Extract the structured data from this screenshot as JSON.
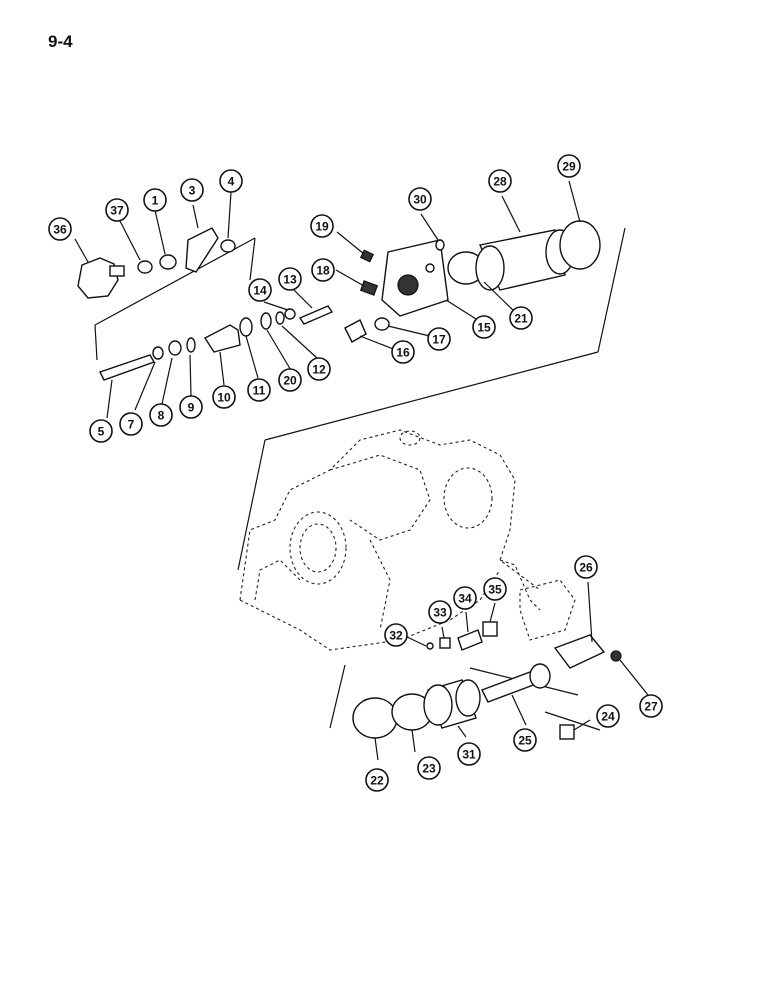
{
  "page_label": "9-4",
  "callouts": [
    {
      "label": "1"
    },
    {
      "label": "3"
    },
    {
      "label": "4"
    },
    {
      "label": "5"
    },
    {
      "label": "7"
    },
    {
      "label": "8"
    },
    {
      "label": "9"
    },
    {
      "label": "10"
    },
    {
      "label": "11"
    },
    {
      "label": "12"
    },
    {
      "label": "13"
    },
    {
      "label": "14"
    },
    {
      "label": "15"
    },
    {
      "label": "16"
    },
    {
      "label": "17"
    },
    {
      "label": "18"
    },
    {
      "label": "19"
    },
    {
      "label": "20"
    },
    {
      "label": "21"
    },
    {
      "label": "22"
    },
    {
      "label": "23"
    },
    {
      "label": "24"
    },
    {
      "label": "25"
    },
    {
      "label": "26"
    },
    {
      "label": "27"
    },
    {
      "label": "28"
    },
    {
      "label": "29"
    },
    {
      "label": "30"
    },
    {
      "label": "31"
    },
    {
      "label": "32"
    },
    {
      "label": "33"
    },
    {
      "label": "34"
    },
    {
      "label": "35"
    },
    {
      "label": "36"
    },
    {
      "label": "37"
    }
  ]
}
